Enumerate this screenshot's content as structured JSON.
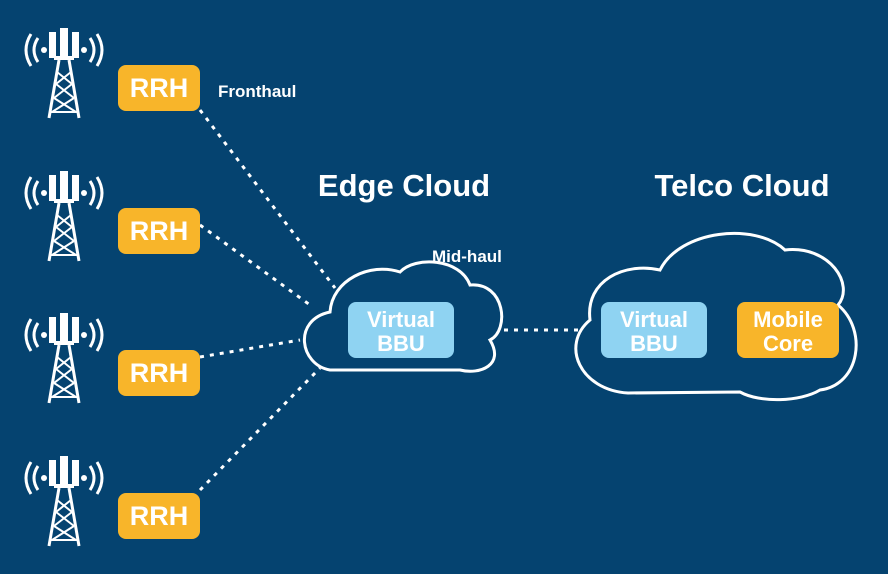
{
  "edge_cloud": {
    "title": "Edge Cloud",
    "bbu_line1": "Virtual",
    "bbu_line2": "BBU"
  },
  "telco_cloud": {
    "title": "Telco Cloud",
    "bbu_line1": "Virtual",
    "bbu_line2": "BBU",
    "core_line1": "Mobile",
    "core_line2": "Core"
  },
  "links": {
    "fronthaul": "Fronthaul",
    "midhaul": "Mid-haul"
  },
  "towers": [
    {
      "label": "RRH"
    },
    {
      "label": "RRH"
    },
    {
      "label": "RRH"
    },
    {
      "label": "RRH"
    }
  ],
  "colors": {
    "background": "#054370",
    "rrh_box": "#f8b52a",
    "bbu_box": "#8fd3f2",
    "core_box": "#f8b52a",
    "cloud_fill": "#054370",
    "line": "#ffffff"
  }
}
